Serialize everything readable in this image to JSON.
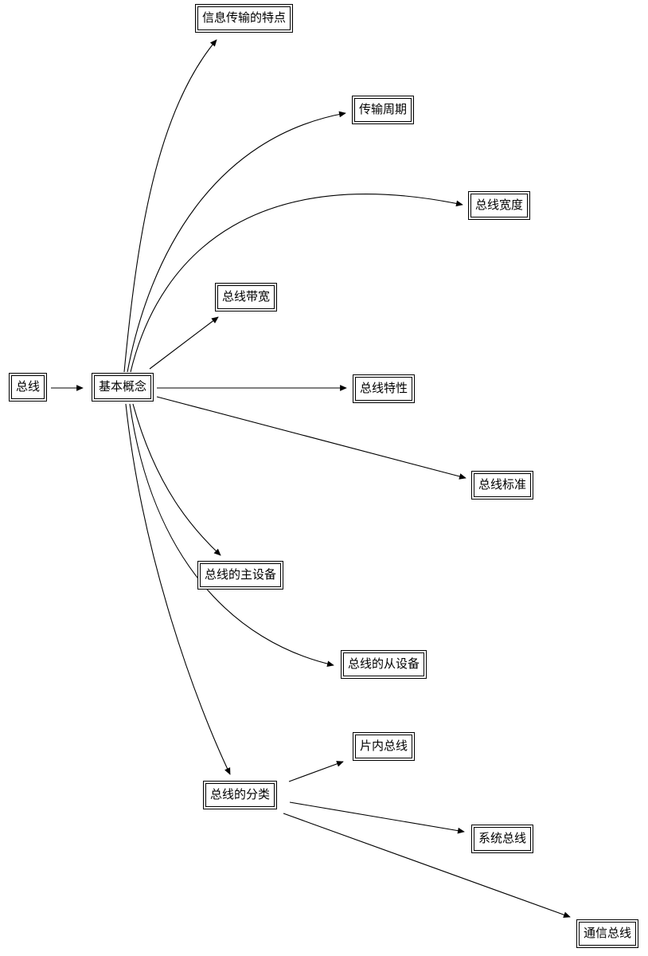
{
  "diagram": {
    "type": "concept-map",
    "background_color": "#ffffff",
    "stroke_color": "#000000",
    "nodes": [
      {
        "id": "bus",
        "label": "总线"
      },
      {
        "id": "basic-concepts",
        "label": "基本概念"
      },
      {
        "id": "info-transfer-features",
        "label": "信息传输的特点"
      },
      {
        "id": "transfer-cycle",
        "label": "传输周期"
      },
      {
        "id": "bus-width",
        "label": "总线宽度"
      },
      {
        "id": "bus-bandwidth",
        "label": "总线带宽"
      },
      {
        "id": "bus-characteristics",
        "label": "总线特性"
      },
      {
        "id": "bus-standard",
        "label": "总线标准"
      },
      {
        "id": "bus-master-device",
        "label": "总线的主设备"
      },
      {
        "id": "bus-slave-device",
        "label": "总线的从设备"
      },
      {
        "id": "bus-classification",
        "label": "总线的分类"
      },
      {
        "id": "on-chip-bus",
        "label": "片内总线"
      },
      {
        "id": "system-bus",
        "label": "系统总线"
      },
      {
        "id": "communication-bus",
        "label": "通信总线"
      }
    ],
    "edges": [
      {
        "from": "bus",
        "to": "basic-concepts"
      },
      {
        "from": "basic-concepts",
        "to": "info-transfer-features"
      },
      {
        "from": "basic-concepts",
        "to": "transfer-cycle"
      },
      {
        "from": "basic-concepts",
        "to": "bus-width"
      },
      {
        "from": "basic-concepts",
        "to": "bus-bandwidth"
      },
      {
        "from": "basic-concepts",
        "to": "bus-characteristics"
      },
      {
        "from": "basic-concepts",
        "to": "bus-standard"
      },
      {
        "from": "basic-concepts",
        "to": "bus-master-device"
      },
      {
        "from": "basic-concepts",
        "to": "bus-slave-device"
      },
      {
        "from": "basic-concepts",
        "to": "bus-classification"
      },
      {
        "from": "bus-classification",
        "to": "on-chip-bus"
      },
      {
        "from": "bus-classification",
        "to": "system-bus"
      },
      {
        "from": "bus-classification",
        "to": "communication-bus"
      }
    ]
  }
}
